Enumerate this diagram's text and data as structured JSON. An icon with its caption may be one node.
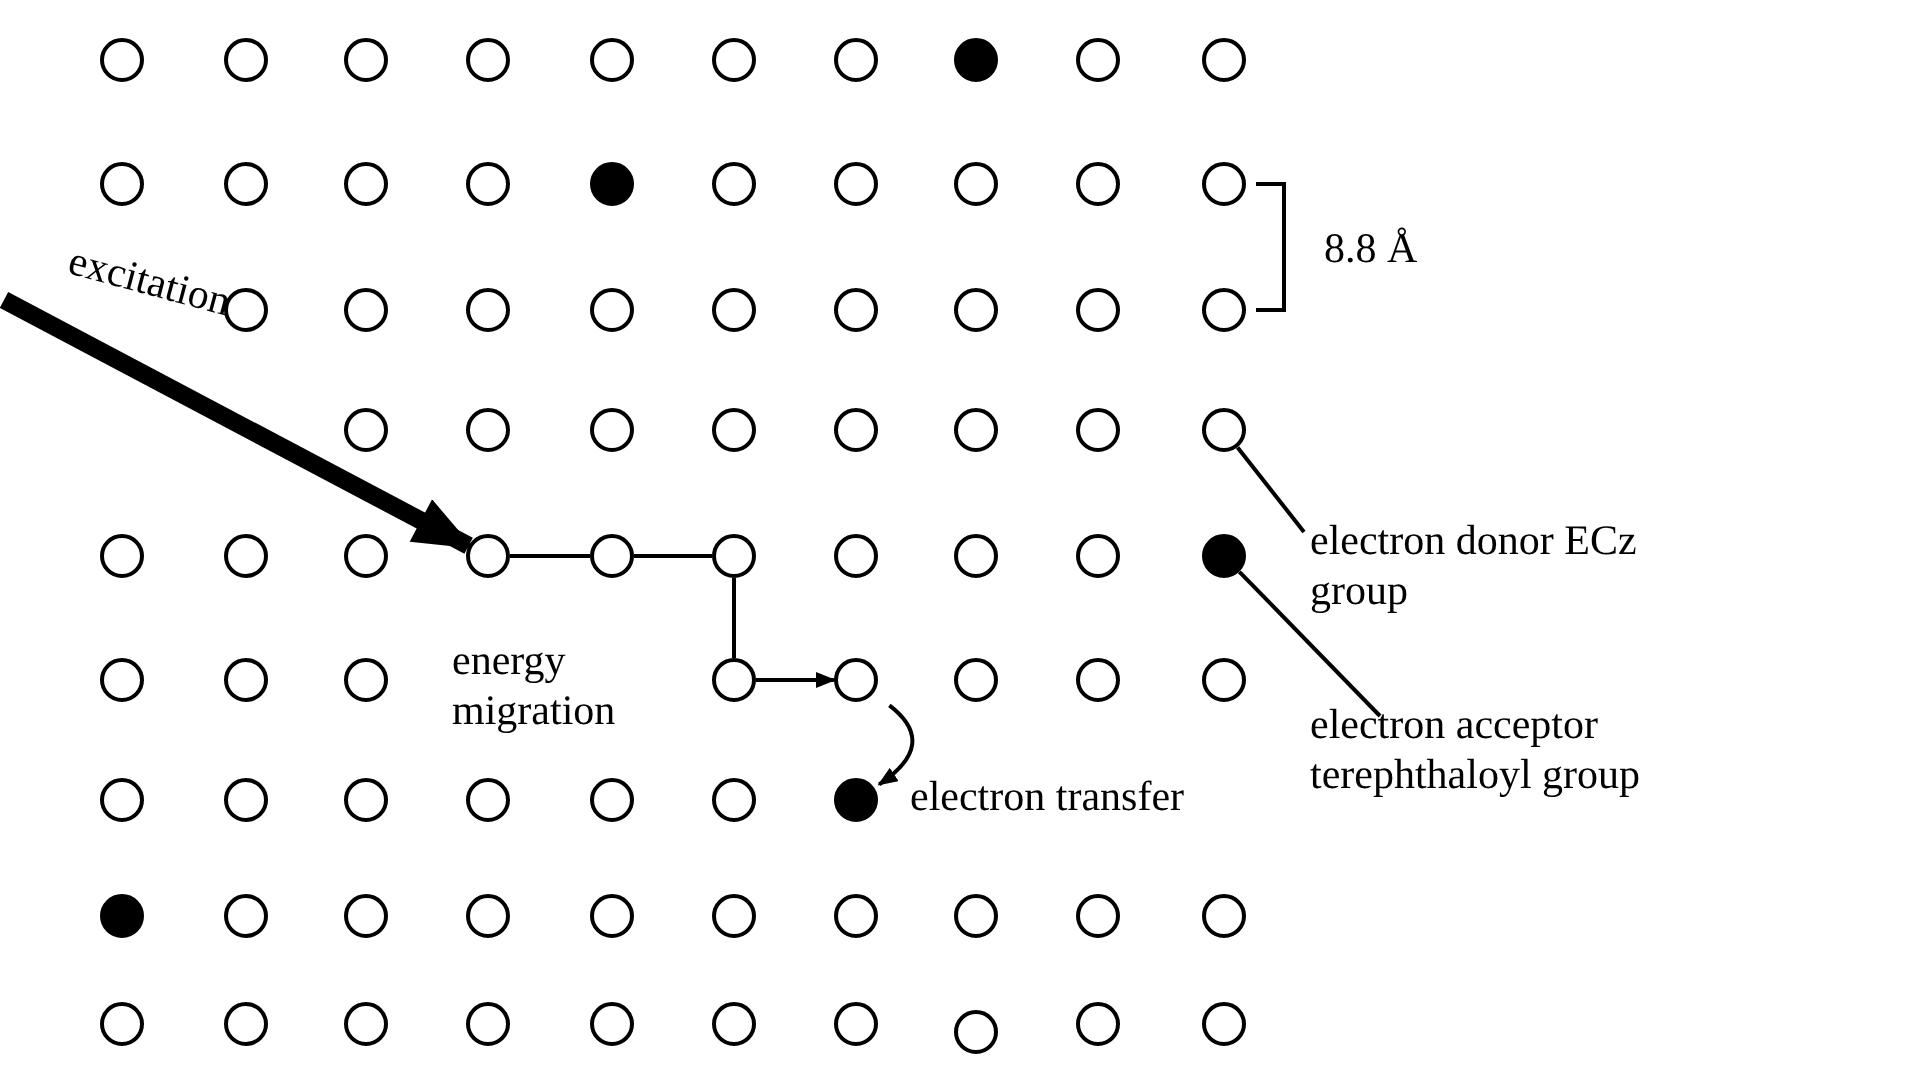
{
  "diagram": {
    "nodes": [
      {
        "text": [],
        "shape": "circle"
      },
      {
        "text": [],
        "shape": "circle"
      },
      {
        "text": [],
        "shape": "circle"
      },
      {
        "text": [],
        "shape": "circle"
      },
      {
        "text": [],
        "shape": "circle"
      },
      {
        "text": [],
        "shape": "circle"
      },
      {
        "text": [],
        "shape": "circle"
      },
      {
        "text": [],
        "shape": "dot"
      },
      {
        "text": [],
        "shape": "circle"
      },
      {
        "text": [],
        "shape": "circle"
      },
      {
        "text": [],
        "shape": "circle"
      },
      {
        "text": [],
        "shape": "circle"
      },
      {
        "text": [],
        "shape": "circle"
      },
      {
        "text": [],
        "shape": "circle"
      },
      {
        "text": [],
        "shape": "dot"
      },
      {
        "text": [],
        "shape": "circle"
      },
      {
        "text": [],
        "shape": "circle"
      },
      {
        "text": [],
        "shape": "circle"
      },
      {
        "text": [],
        "shape": "circle"
      },
      {
        "text": [],
        "shape": "circle"
      },
      {
        "text": [],
        "shape": "circle"
      },
      {
        "text": [],
        "shape": "circle"
      },
      {
        "text": [],
        "shape": "circle"
      },
      {
        "text": [],
        "shape": "circle"
      },
      {
        "text": [],
        "shape": "circle"
      },
      {
        "text": [],
        "shape": "circle"
      },
      {
        "text": [],
        "shape": "circle"
      },
      {
        "text": [],
        "shape": "circle"
      },
      {
        "text": [],
        "shape": "circle"
      },
      {
        "text": [],
        "shape": "circle"
      },
      {
        "text": [],
        "shape": "circle"
      },
      {
        "text": [],
        "shape": "circle"
      },
      {
        "text": [],
        "shape": "circle"
      },
      {
        "text": [],
        "shape": "circle"
      },
      {
        "text": [],
        "shape": "circle"
      },
      {
        "text": [],
        "shape": "circle"
      },
      {
        "text": [],
        "shape": "circle"
      },
      {
        "text": [],
        "shape": "circle"
      },
      {
        "text": [],
        "shape": "circle"
      },
      {
        "text": [],
        "shape": "circle"
      },
      {
        "text": [],
        "shape": "circle"
      },
      {
        "text": [],
        "shape": "circle"
      },
      {
        "text": [],
        "shape": "circle"
      },
      {
        "text": [],
        "shape": "circle"
      },
      {
        "text": [],
        "shape": "circle"
      },
      {
        "text": [],
        "shape": "circle"
      },
      {
        "text": [],
        "shape": "dot"
      },
      {
        "text": [],
        "shape": "circle"
      },
      {
        "text": [],
        "shape": "circle"
      },
      {
        "text": [],
        "shape": "circle"
      },
      {
        "text": [],
        "shape": "circle"
      },
      {
        "text": [],
        "shape": "circle"
      },
      {
        "text": [],
        "shape": "circle"
      },
      {
        "text": [],
        "shape": "circle"
      },
      {
        "text": [],
        "shape": "circle"
      },
      {
        "text": [],
        "shape": "circle"
      },
      {
        "text": [],
        "shape": "circle"
      },
      {
        "text": [],
        "shape": "circle"
      },
      {
        "text": [],
        "shape": "circle"
      },
      {
        "text": [],
        "shape": "circle"
      },
      {
        "text": [],
        "shape": "circle"
      },
      {
        "text": [],
        "shape": "dot"
      },
      {
        "text": [],
        "shape": "dot"
      },
      {
        "text": [],
        "shape": "circle"
      },
      {
        "text": [],
        "shape": "circle"
      },
      {
        "text": [],
        "shape": "circle"
      },
      {
        "text": [],
        "shape": "circle"
      },
      {
        "text": [],
        "shape": "circle"
      },
      {
        "text": [],
        "shape": "circle"
      },
      {
        "text": [],
        "shape": "circle"
      },
      {
        "text": [],
        "shape": "circle"
      },
      {
        "text": [],
        "shape": "circle"
      },
      {
        "text": [],
        "shape": "circle"
      },
      {
        "text": [],
        "shape": "circle"
      },
      {
        "text": [],
        "shape": "circle"
      },
      {
        "text": [],
        "shape": "circle"
      },
      {
        "text": [],
        "shape": "circle"
      },
      {
        "text": [],
        "shape": "circle"
      },
      {
        "text": [],
        "shape": "circle"
      },
      {
        "text": [],
        "shape": "circle"
      },
      {
        "text": [],
        "shape": "circle"
      },
      {
        "text": [],
        "shape": "circle"
      },
      {
        "text": [
          "electron donor ECz group"
        ]
      },
      {
        "text": [
          "electron acceptor terephthaloyl group"
        ]
      }
    ],
    "edges": [
      {
        "from": null,
        "to": 40,
        "arrow": "to",
        "label": "excitation",
        "style": "thick"
      },
      {
        "from": 40,
        "to": 41,
        "arrow": "none"
      },
      {
        "from": 41,
        "to": 42,
        "arrow": "none"
      },
      {
        "from": 42,
        "to": 50,
        "arrow": "none"
      },
      {
        "from": 50,
        "to": 51,
        "arrow": "to"
      },
      {
        "from": 51,
        "to": 61,
        "arrow": "to",
        "label": "electron transfer"
      },
      {
        "from": 82,
        "to": 36,
        "arrow": "none"
      },
      {
        "from": 83,
        "to": 46,
        "arrow": "none"
      }
    ],
    "labels": [
      "8.8 Å",
      "energy migration"
    ]
  }
}
